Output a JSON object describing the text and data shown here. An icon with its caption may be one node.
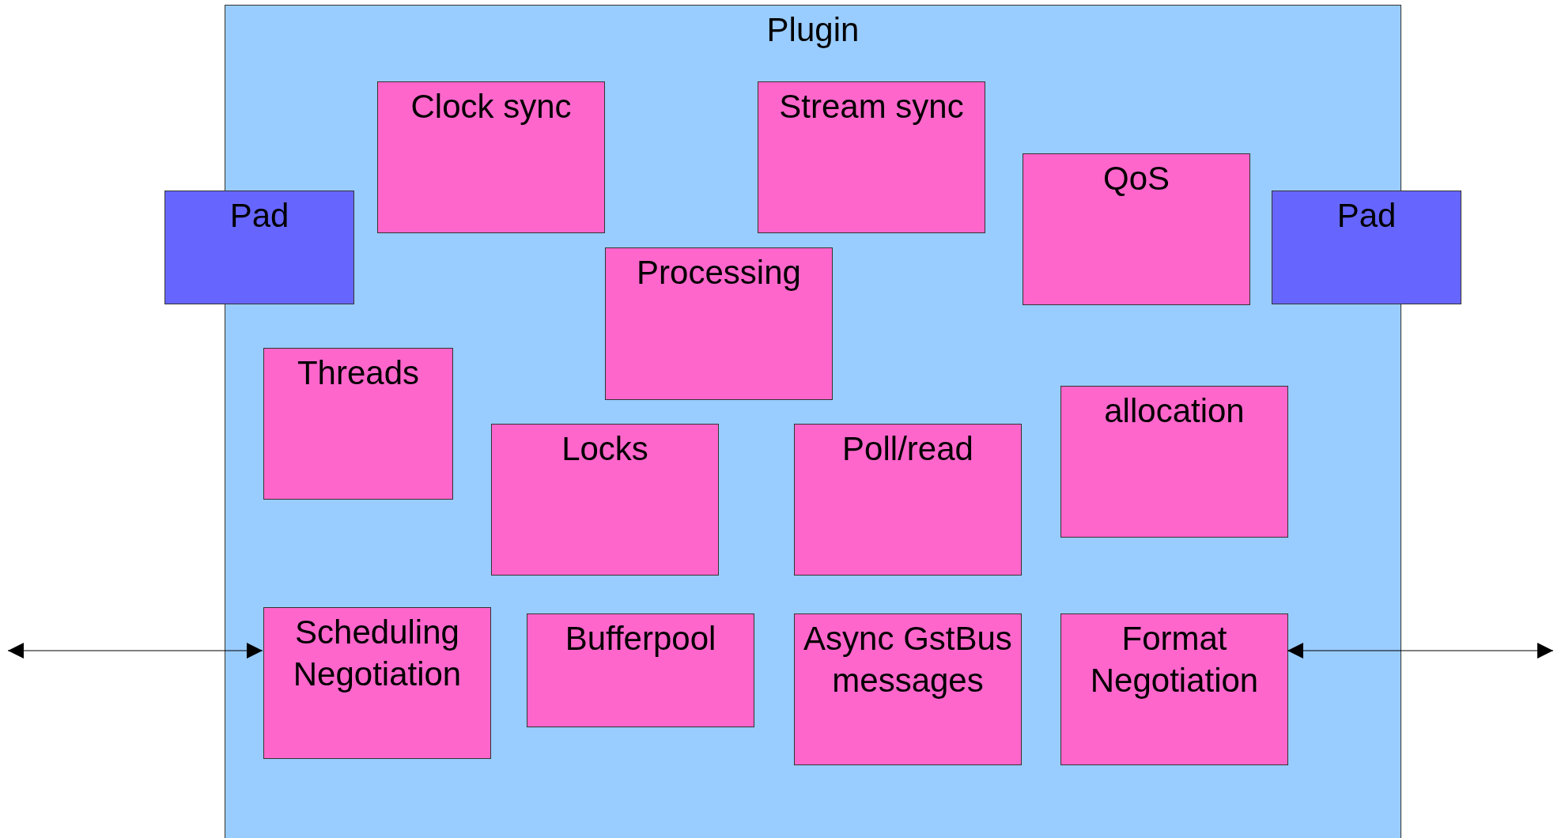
{
  "diagram": {
    "nodes": [
      {
        "text": [
          "Plugin"
        ]
      },
      {
        "text": [
          "Clock sync"
        ],
        "in": 0
      },
      {
        "text": [
          "Stream sync"
        ],
        "in": 0
      },
      {
        "text": [
          "Pad"
        ]
      },
      {
        "text": [
          "QoS"
        ],
        "in": 0
      },
      {
        "text": [
          "Pad"
        ]
      },
      {
        "text": [
          "Processing"
        ],
        "in": 0
      },
      {
        "text": [
          "Threads"
        ],
        "in": 0
      },
      {
        "text": [
          "allocation"
        ],
        "in": 0
      },
      {
        "text": [
          "Locks"
        ],
        "in": 0
      },
      {
        "text": [
          "Poll/read"
        ],
        "in": 0
      },
      {
        "text": [
          "Scheduling Negotiation"
        ],
        "in": 0
      },
      {
        "text": [
          "Bufferpool"
        ],
        "in": 0
      },
      {
        "text": [
          "Async GstBus messages"
        ],
        "in": 0
      },
      {
        "text": [
          "Format Negotiation"
        ],
        "in": 0
      }
    ],
    "edges": [
      {
        "from": null,
        "to": 11,
        "arrow": "both"
      },
      {
        "from": 14,
        "to": null,
        "arrow": "both"
      }
    ]
  }
}
